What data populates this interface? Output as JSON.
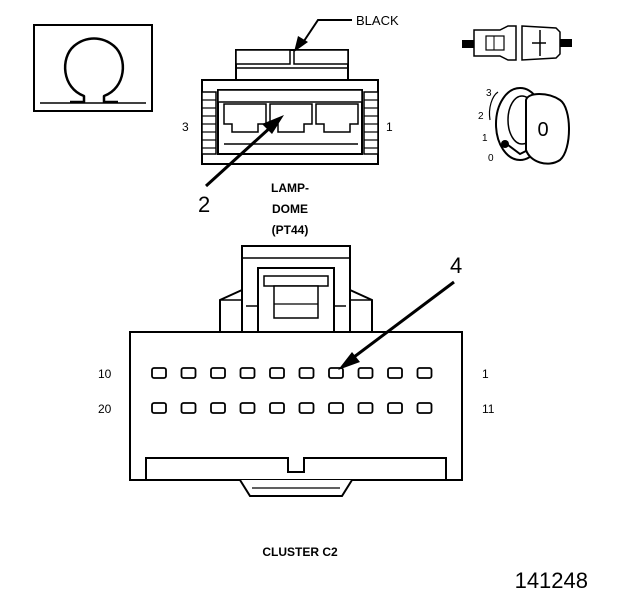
{
  "connectors": {
    "lamp": {
      "color_label": "BLACK",
      "title_lines": [
        "LAMP-",
        "DOME",
        "(PT44)"
      ],
      "pin_left": "3",
      "pin_right": "1",
      "callout": "2"
    },
    "cluster": {
      "title": "CLUSTER C2",
      "row1_left": "10",
      "row1_right": "1",
      "row2_left": "20",
      "row2_right": "11",
      "callout": "4"
    }
  },
  "ignition": {
    "positions": [
      "3",
      "2",
      "1",
      "0"
    ],
    "key_label": "0"
  },
  "figure_id": "141248",
  "icons": [
    "ohm-symbol-icon",
    "connector-mating-icon",
    "ignition-key-icon"
  ]
}
